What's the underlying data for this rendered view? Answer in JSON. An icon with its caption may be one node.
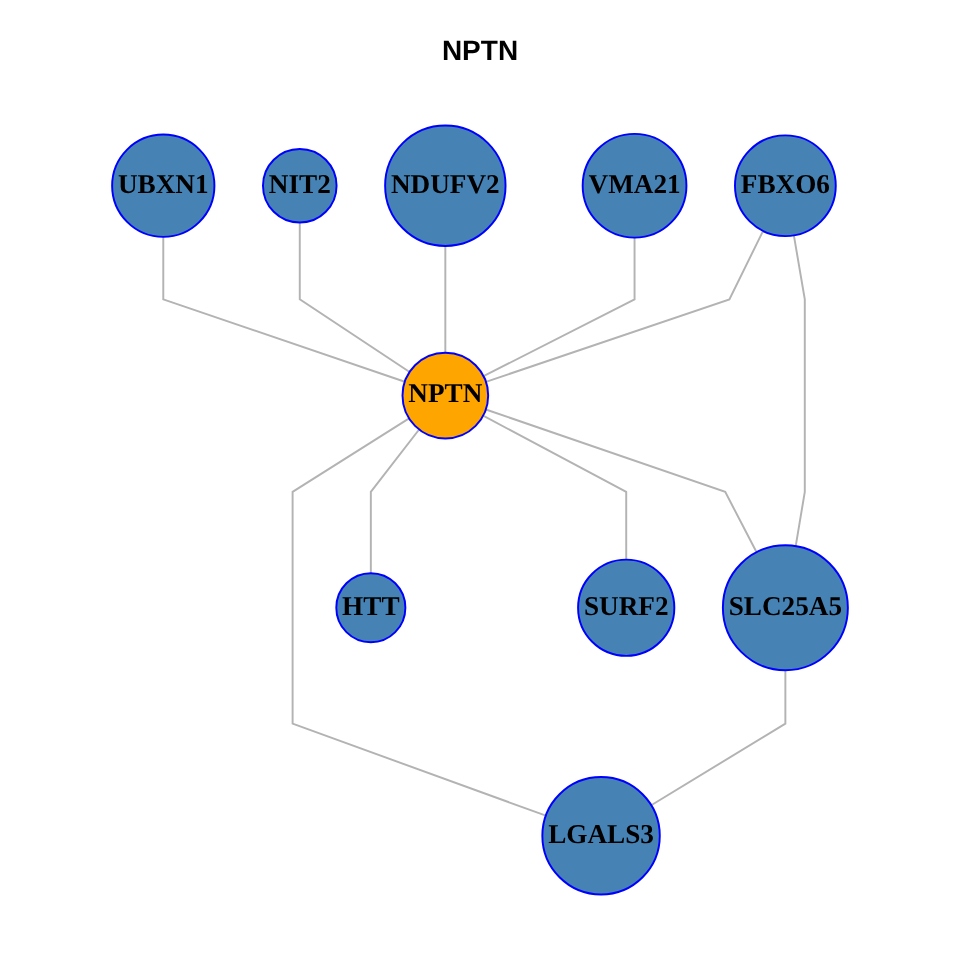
{
  "diagram": {
    "title": "NPTN",
    "nodes": [
      {
        "text": [
          "UBXN1"
        ]
      },
      {
        "text": [
          "NIT2"
        ]
      },
      {
        "text": [
          "NDUFV2"
        ]
      },
      {
        "text": [
          "VMA21"
        ]
      },
      {
        "text": [
          "FBXO6"
        ]
      },
      {
        "text": [
          "NPTN"
        ]
      },
      {
        "text": [
          "SLC25A5"
        ]
      },
      {
        "text": [
          "HTT"
        ]
      },
      {
        "text": [
          "LGALS3"
        ]
      },
      {
        "text": [
          "SURF2"
        ]
      }
    ],
    "edges": [
      {
        "from": 0,
        "to": 5,
        "arrow": "none"
      },
      {
        "from": 1,
        "to": 5,
        "arrow": "none"
      },
      {
        "from": 2,
        "to": 5,
        "arrow": "none"
      },
      {
        "from": 3,
        "to": 5,
        "arrow": "none"
      },
      {
        "from": 4,
        "to": 5,
        "arrow": "none"
      },
      {
        "from": 5,
        "to": 6,
        "arrow": "none"
      },
      {
        "from": 5,
        "to": 7,
        "arrow": "none"
      },
      {
        "from": 5,
        "to": 8,
        "arrow": "none"
      },
      {
        "from": 5,
        "to": 9,
        "arrow": "none"
      },
      {
        "from": 4,
        "to": 6,
        "arrow": "none"
      },
      {
        "from": 6,
        "to": 8,
        "arrow": "none"
      }
    ]
  }
}
